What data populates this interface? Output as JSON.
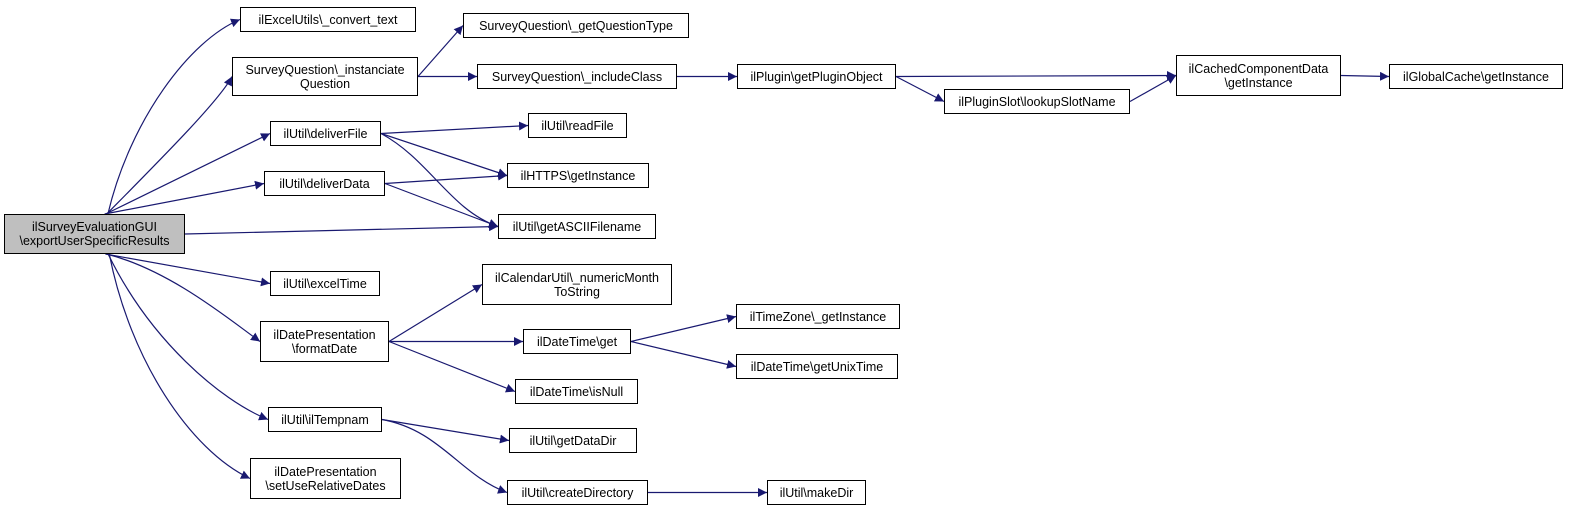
{
  "diagram": {
    "edge_color": "#191970",
    "root_fill": "#bfbfbf",
    "nodes": [
      {
        "id": "root",
        "label": "ilSurveyEvaluationGUI\n\\exportUserSpecificResults",
        "root": true
      },
      {
        "id": "excel_convert",
        "label": "ilExcelUtils\\_convert_text"
      },
      {
        "id": "sq_instanciate",
        "label": "SurveyQuestion\\_instanciate\nQuestion"
      },
      {
        "id": "sq_gettype",
        "label": "SurveyQuestion\\_getQuestionType"
      },
      {
        "id": "sq_include",
        "label": "SurveyQuestion\\_includeClass"
      },
      {
        "id": "plugin_getobj",
        "label": "ilPlugin\\getPluginObject"
      },
      {
        "id": "cached_getinst",
        "label": "ilCachedComponentData\n\\getInstance"
      },
      {
        "id": "globalcache",
        "label": "ilGlobalCache\\getInstance"
      },
      {
        "id": "pluginslot",
        "label": "ilPluginSlot\\lookupSlotName"
      },
      {
        "id": "deliverfile",
        "label": "ilUtil\\deliverFile"
      },
      {
        "id": "readfile",
        "label": "ilUtil\\readFile"
      },
      {
        "id": "https",
        "label": "ilHTTPS\\getInstance"
      },
      {
        "id": "deliverdata",
        "label": "ilUtil\\deliverData"
      },
      {
        "id": "asciifn",
        "label": "ilUtil\\getASCIIFilename"
      },
      {
        "id": "exceltime",
        "label": "ilUtil\\excelTime"
      },
      {
        "id": "calutil",
        "label": "ilCalendarUtil\\_numericMonth\nToString"
      },
      {
        "id": "formatdate",
        "label": "ilDatePresentation\n\\formatDate"
      },
      {
        "id": "dt_get",
        "label": "ilDateTime\\get"
      },
      {
        "id": "tz",
        "label": "ilTimeZone\\_getInstance"
      },
      {
        "id": "unixtime",
        "label": "ilDateTime\\getUnixTime"
      },
      {
        "id": "isnull",
        "label": "ilDateTime\\isNull"
      },
      {
        "id": "tempnam",
        "label": "ilUtil\\ilTempnam"
      },
      {
        "id": "datadir",
        "label": "ilUtil\\getDataDir"
      },
      {
        "id": "relative",
        "label": "ilDatePresentation\n\\setUseRelativeDates"
      },
      {
        "id": "createdir",
        "label": "ilUtil\\createDirectory"
      },
      {
        "id": "makedir",
        "label": "ilUtil\\makeDir"
      }
    ],
    "edges": [
      [
        "root",
        "excel_convert"
      ],
      [
        "root",
        "sq_instanciate"
      ],
      [
        "root",
        "deliverfile"
      ],
      [
        "root",
        "deliverdata"
      ],
      [
        "root",
        "asciifn"
      ],
      [
        "root",
        "exceltime"
      ],
      [
        "root",
        "formatdate"
      ],
      [
        "root",
        "tempnam"
      ],
      [
        "root",
        "relative"
      ],
      [
        "sq_instanciate",
        "sq_gettype"
      ],
      [
        "sq_instanciate",
        "sq_include"
      ],
      [
        "sq_include",
        "plugin_getobj"
      ],
      [
        "plugin_getobj",
        "cached_getinst"
      ],
      [
        "plugin_getobj",
        "pluginslot"
      ],
      [
        "pluginslot",
        "cached_getinst"
      ],
      [
        "cached_getinst",
        "globalcache"
      ],
      [
        "deliverfile",
        "readfile"
      ],
      [
        "deliverfile",
        "https"
      ],
      [
        "deliverfile",
        "asciifn"
      ],
      [
        "deliverdata",
        "https"
      ],
      [
        "deliverdata",
        "asciifn"
      ],
      [
        "formatdate",
        "calutil"
      ],
      [
        "formatdate",
        "dt_get"
      ],
      [
        "formatdate",
        "isnull"
      ],
      [
        "dt_get",
        "tz"
      ],
      [
        "dt_get",
        "unixtime"
      ],
      [
        "tempnam",
        "datadir"
      ],
      [
        "tempnam",
        "createdir"
      ],
      [
        "createdir",
        "makedir"
      ]
    ]
  }
}
